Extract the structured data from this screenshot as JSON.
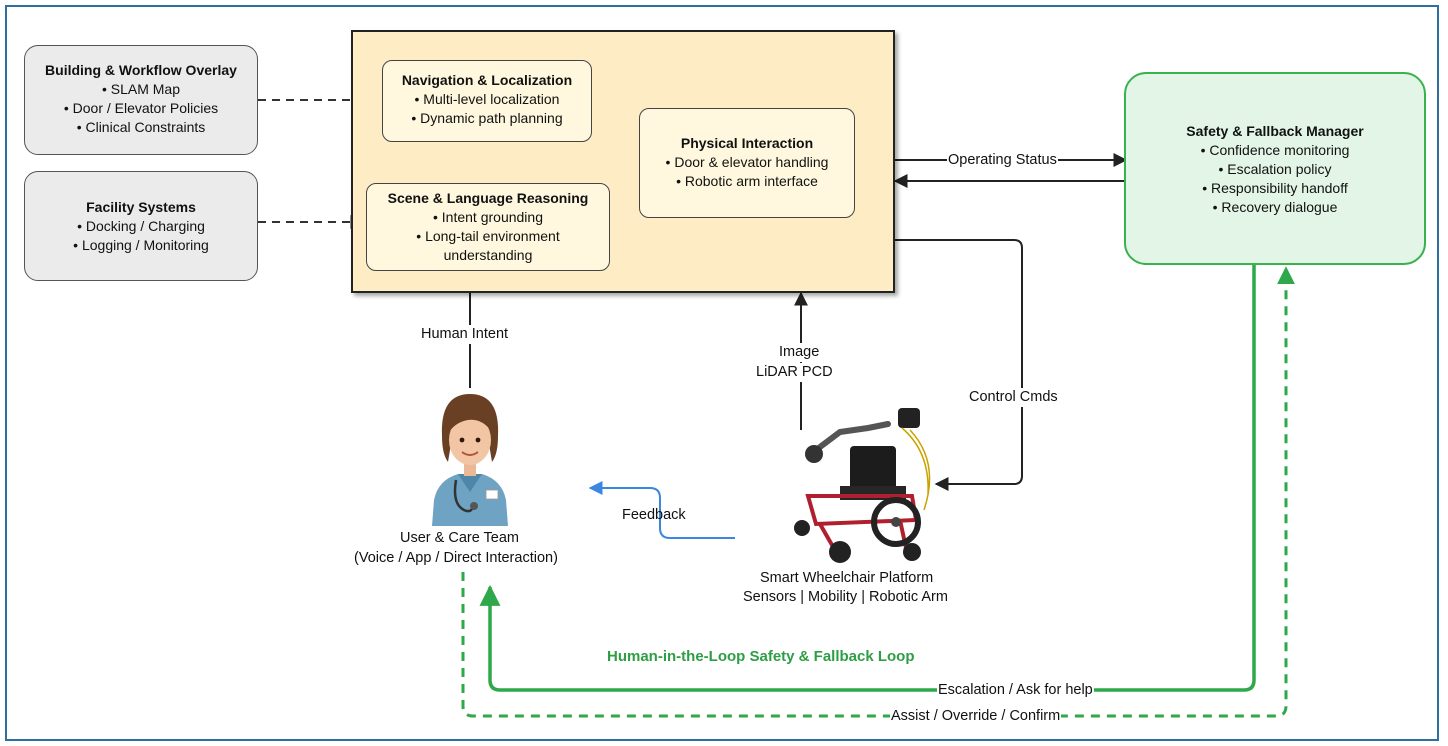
{
  "overlay_box": {
    "title": "Building & Workflow Overlay",
    "items": [
      "• SLAM Map",
      "• Door / Elevator Policies",
      "• Clinical Constraints"
    ]
  },
  "facility_box": {
    "title": "Facility Systems",
    "items": [
      "• Docking / Charging",
      "• Logging / Monitoring"
    ]
  },
  "nav_box": {
    "title": "Navigation & Localization",
    "items": [
      "• Multi-level localization",
      "• Dynamic path planning"
    ]
  },
  "scene_box": {
    "title": "Scene & Language Reasoning",
    "items": [
      "• Intent grounding",
      "• Long-tail environment",
      "understanding"
    ]
  },
  "physical_box": {
    "title": "Physical Interaction",
    "items": [
      "• Door & elevator handling",
      "• Robotic arm interface"
    ]
  },
  "safety_box": {
    "title": "Safety & Fallback Manager",
    "items": [
      "• Confidence monitoring",
      "• Escalation policy",
      "• Responsibility handoff",
      "• Recovery dialogue"
    ]
  },
  "labels": {
    "operating_status": "Operating Status",
    "human_intent": "Human Intent",
    "image": "Image",
    "lidar": "LiDAR PCD",
    "control_cmds": "Control Cmds",
    "feedback": "Feedback",
    "loop_title": "Human-in-the-Loop Safety & Fallback Loop",
    "escalation": "Escalation / Ask for help",
    "assist": "Assist / Override / Confirm"
  },
  "user": {
    "name": "User & Care Team",
    "sub": "(Voice / App / Direct Interaction)"
  },
  "wheelchair": {
    "name": "Smart Wheelchair Platform",
    "sub": "Sensors | Mobility | Robotic Arm"
  },
  "colors": {
    "frame": "#2e6f9e",
    "core_fill": "#fdecc4",
    "safety_border": "#37b24d",
    "loop_green": "#2ea84a",
    "feedback_blue": "#3a86e0"
  }
}
